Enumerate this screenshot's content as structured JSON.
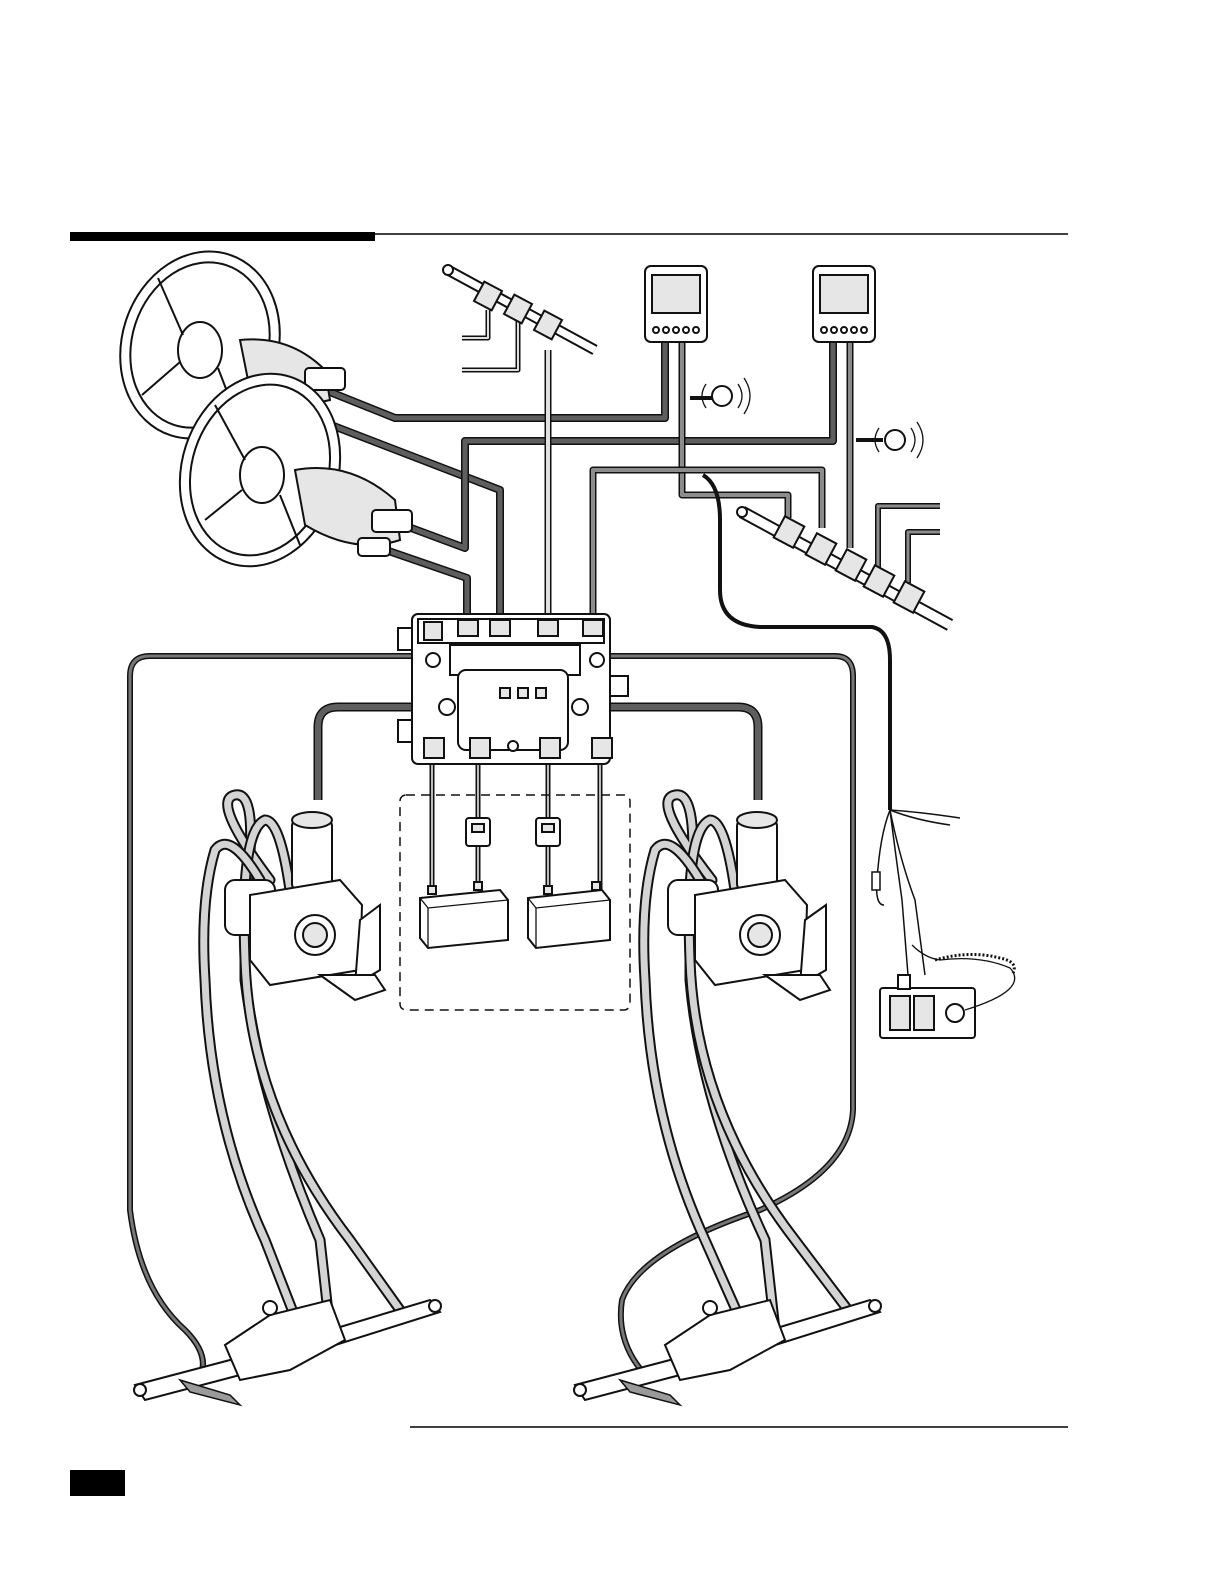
{
  "page": {
    "header_bar_color": "#000000",
    "footer_tab_color": "#000000"
  },
  "diagram": {
    "components": [
      {
        "id": "helm-1",
        "icon": "steering-wheel-icon"
      },
      {
        "id": "helm-2",
        "icon": "steering-wheel-icon"
      },
      {
        "id": "cpu",
        "icon": "control-unit-icon"
      },
      {
        "id": "display-1",
        "icon": "display-icon"
      },
      {
        "id": "display-2",
        "icon": "display-icon"
      },
      {
        "id": "buzzer-1",
        "icon": "buzzer-icon"
      },
      {
        "id": "buzzer-2",
        "icon": "buzzer-icon"
      },
      {
        "id": "can-backbone-1",
        "icon": "network-backbone-icon"
      },
      {
        "id": "can-backbone-2",
        "icon": "network-backbone-icon"
      },
      {
        "id": "pump-port",
        "icon": "hydraulic-pump-icon"
      },
      {
        "id": "pump-starboard",
        "icon": "hydraulic-pump-icon"
      },
      {
        "id": "battery-1",
        "icon": "battery-icon"
      },
      {
        "id": "battery-2",
        "icon": "battery-icon"
      },
      {
        "id": "breaker-1",
        "icon": "circuit-breaker-icon"
      },
      {
        "id": "breaker-2",
        "icon": "circuit-breaker-icon"
      },
      {
        "id": "cylinder-port",
        "icon": "steering-cylinder-icon"
      },
      {
        "id": "cylinder-starboard",
        "icon": "steering-cylinder-icon"
      },
      {
        "id": "key-switch-panel",
        "icon": "switch-panel-icon"
      }
    ],
    "cable_colors": {
      "main_harness": "#5e5e5e",
      "network": "#8c8c8c",
      "hydraulic_hose": "#cfcfcf",
      "sensor": "#333333"
    }
  }
}
